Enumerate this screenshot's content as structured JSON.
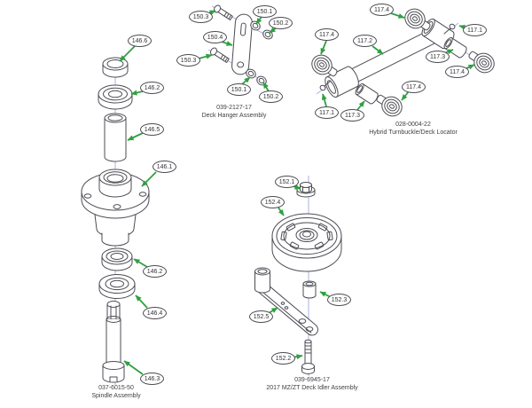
{
  "assemblies": {
    "spindle": {
      "part_number": "037-6015-50",
      "name": "Spindle Assembly"
    },
    "deck_hanger": {
      "part_number": "039-2127-17",
      "name": "Deck Hanger Assembly"
    },
    "turnbuckle": {
      "part_number": "028-0004-22",
      "name": "Hybrid Turnbuckle/Deck Locator"
    },
    "deck_idler": {
      "part_number": "039-6945-17",
      "name": "2017 MZ/ZT Deck Idler Assembly"
    }
  },
  "callouts": {
    "spindle": [
      "146.6",
      "146.2",
      "146.5",
      "146.1",
      "146.2",
      "146.4",
      "146.3"
    ],
    "deck_hanger": [
      "150.3",
      "150.1",
      "150.2",
      "150.4",
      "150.3",
      "150.1",
      "150.2"
    ],
    "turnbuckle": [
      "117.4",
      "117.4",
      "117.2",
      "117.1",
      "117.3",
      "117.4",
      "117.4",
      "117.1",
      "117.3"
    ],
    "deck_idler": [
      "152.1",
      "152.4",
      "152.3",
      "152.5",
      "152.2"
    ]
  },
  "colors": {
    "arrow": "#2f9f42",
    "outline": "#4c4c54",
    "centerline": "#a9b3e2",
    "text": "#3f3f3f"
  }
}
